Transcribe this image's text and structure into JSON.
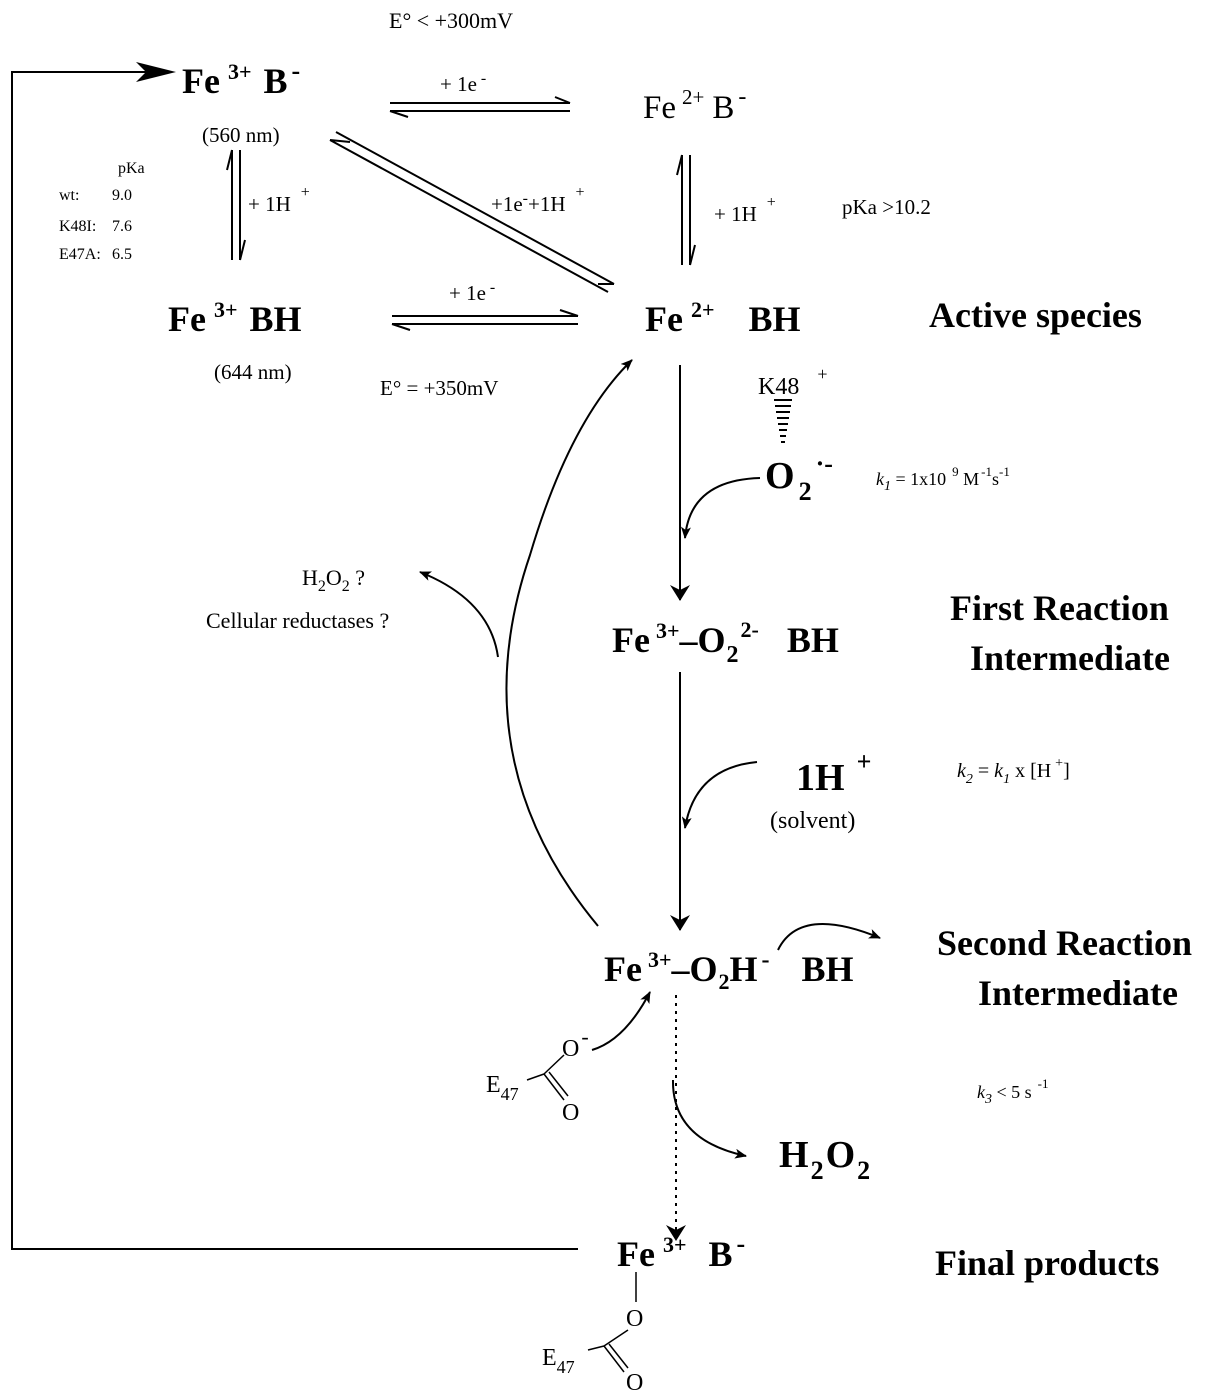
{
  "species": {
    "fe3_bminus": {
      "el": "Fe",
      "ox": "3+",
      "lig": "B",
      "lig_charge": "-",
      "note": "(560 nm)"
    },
    "fe2_bminus": {
      "el": "Fe",
      "ox": "2+",
      "lig": "B",
      "lig_charge": "-"
    },
    "fe3_bh": {
      "el": "Fe",
      "ox": "3+",
      "lig": "BH",
      "note": "(644 nm)"
    },
    "fe2_bh": {
      "el": "Fe",
      "ox": "2+",
      "lig": "BH"
    },
    "fe3_o2_bh": {
      "el": "Fe",
      "ox": "3+",
      "dash": "–",
      "o": "O",
      "sub": "2",
      "charge": "2-",
      "lig": "BH"
    },
    "fe3_o2h_bh": {
      "el": "Fe",
      "ox": "3+",
      "dash": "–",
      "o": "O",
      "sub": "2",
      "h": "H",
      "charge": "-",
      "lig": "BH"
    },
    "final": {
      "el": "Fe",
      "ox": "3+",
      "lig": "B",
      "lig_charge": "-"
    }
  },
  "steps": {
    "top": {
      "pre": "+ 1e",
      "sup": "-"
    },
    "top_potential": "E° < +300mV",
    "left": {
      "pre": "+ 1H",
      "sup": "+"
    },
    "diag": {
      "a": "+1e",
      "a_sup": "-",
      "b": "+1H",
      "b_sup": "+"
    },
    "right": {
      "pre": "+ 1H",
      "sup": "+"
    },
    "right_pka": "pKa >10.2",
    "mid": {
      "pre": "+ 1e",
      "sup": "-"
    },
    "mid_potential": "E° = +350mV"
  },
  "pka_table": {
    "header": "pKa",
    "rows": [
      {
        "label": "wt:",
        "value": "9.0"
      },
      {
        "label": "K48I:",
        "value": "7.6"
      },
      {
        "label": "E47A:",
        "value": "6.5"
      }
    ]
  },
  "labels": {
    "active": "Active species",
    "first_1": "First Reaction",
    "first_2": "Intermediate",
    "second_1": "Second Reaction",
    "second_2": "Intermediate",
    "final": "Final products"
  },
  "reagents": {
    "k48": "K48",
    "k48_charge": "+",
    "o2": "O",
    "o2_sub": "2",
    "o2_charge": "·-",
    "h_plus": "1H",
    "h_plus_charge": "+",
    "solvent": "(solvent)",
    "h2o2_q": {
      "a": "H",
      "s1": "2",
      "b": "O",
      "s2": "2",
      "q": " ?"
    },
    "reductases": "Cellular reductases ?",
    "h2o2": {
      "a": "H",
      "s1": "2",
      "b": "O",
      "s2": "2"
    },
    "e47": {
      "e": "E",
      "sub": "47",
      "o_minus": "O",
      "o_minus_charge": "-",
      "o": "O"
    },
    "e47_final": {
      "e": "E",
      "sub": "47",
      "o_link": "O",
      "o": "O"
    }
  },
  "rates": {
    "k1": {
      "k": "k",
      "s": "1",
      "rest": " = 1x10",
      "exp": "9",
      "unit1": " M",
      "e1": "-1",
      "unit2": "s",
      "e2": "-1"
    },
    "k2": {
      "k": "k",
      "s": "2",
      "eq": " = ",
      "k1": "k",
      "s1": "1",
      "rest": " x [H",
      "sup": "+",
      "close": "]"
    },
    "k3": {
      "k": "k",
      "s": "3",
      "rest": " < 5 s",
      "sup": "-1"
    }
  }
}
